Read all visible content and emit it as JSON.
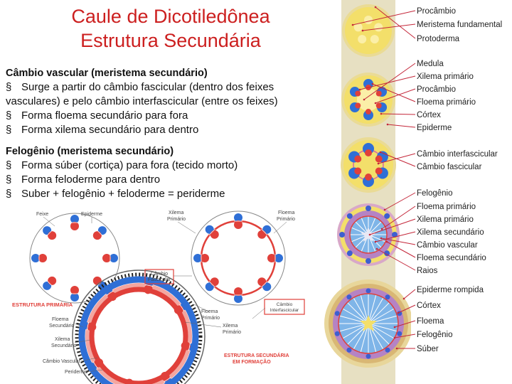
{
  "title": {
    "line1": "Caule de Dicotiledônea",
    "line2": "Estrutura Secundária"
  },
  "cambio": {
    "heading": "Câmbio vascular (meristema secundário)",
    "bullet": "§",
    "items": [
      "Surge a partir do câmbio fascicular (dentro dos feixes",
      "vasculares) e pelo câmbio interfascicular (entre os feixes)",
      "Forma floema secundário para fora",
      "Forma xilema secundário para dentro"
    ]
  },
  "felogenio": {
    "heading": "Felogênio (meristema secundário)",
    "items": [
      "Forma súber (cortiça) para fora (tecido morto)",
      "Forma feloderme para dentro",
      "Suber + felogênio + feloderme = periderme"
    ]
  },
  "left_diagram": {
    "labels": {
      "feixe": "Feixe",
      "epiderme": "Epiderme",
      "xilema_primario": [
        "Xilema",
        "Primário"
      ],
      "floema_primario_top": [
        "Floema",
        "Primário"
      ],
      "cambio_fascicular": [
        "Câmbio",
        "Fascicular"
      ],
      "estrutura_primaria": "ESTRUTURA PRIMÁRIA",
      "floema_secundario": [
        "Floema",
        "Secundário"
      ],
      "xilema_secundario": [
        "Xilema",
        "Secundário"
      ],
      "floema_primario_bottom": [
        "Floema",
        "Primário"
      ],
      "xilema_primario_bottom": [
        "Xilema",
        "Primário"
      ],
      "cambio_interfascicular": [
        "Câmbio",
        "Interfascicular"
      ],
      "cambio_vascular": "Câmbio Vascular",
      "periderme": "Periderme",
      "estrutura_secundaria": [
        "ESTRUTURA SECUNDÁRIA",
        "EM FORMAÇÃO"
      ]
    }
  },
  "right_diagram": {
    "labels": [
      "Procâmbio",
      "Meristema fundamental",
      "Protoderma",
      "Medula",
      "Xilema primário",
      "Procâmbio",
      "Floema primário",
      "Córtex",
      "Epiderme",
      "Câmbio interfascicular",
      "Câmbio fascicular",
      "Felogênio",
      "Floema primário",
      "Xilema primário",
      "Xilema secundário",
      "Câmbio vascular",
      "Floema secundário",
      "Raios",
      "Epiderme rompida",
      "Córtex",
      "Floema",
      "Felogênio",
      "Súber"
    ]
  },
  "colors": {
    "title": "#cc1f1f",
    "phloem": "#2f6fd6",
    "xylem": "#e0403a",
    "stem_yellow": "#f3df6a",
    "stem_purple": "#b583c4",
    "label_lines": "#c4273a"
  }
}
